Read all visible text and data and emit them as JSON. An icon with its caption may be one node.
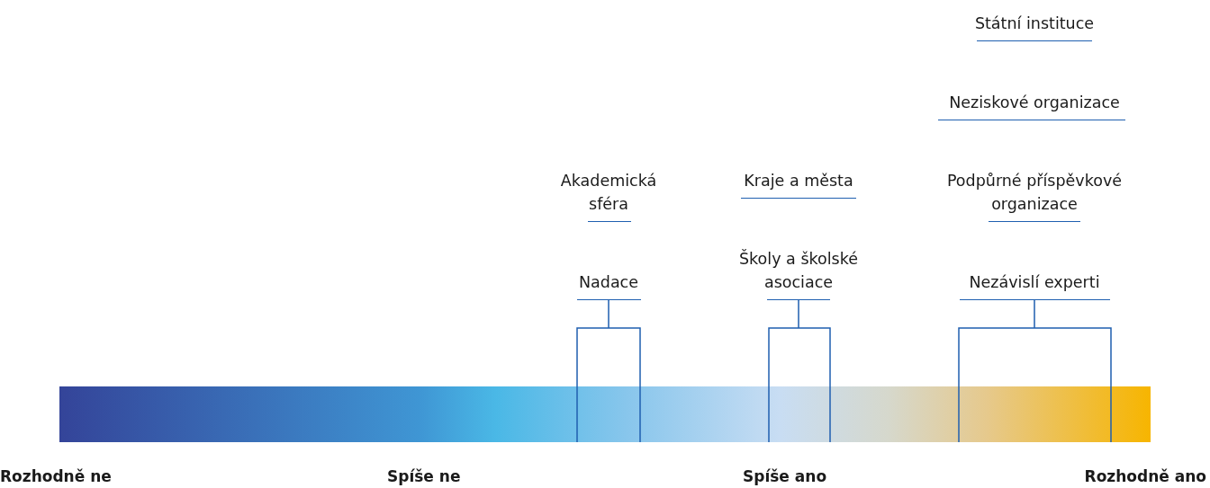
{
  "diagram": {
    "nodes": [
      {
        "text": [],
        "shape": "bar"
      }
    ],
    "labels": [
      "Státní instituce",
      "Neziskové organizace",
      "Akademická sféra",
      "Kraje a města",
      "Podpůrné příspěvkové organizace",
      "Nadace",
      "Školy a školské asociace",
      "Nezávislí experti",
      "Rozhodně ne",
      "Spíše ne",
      "Spíše ano",
      "Rozhodně ano"
    ]
  }
}
